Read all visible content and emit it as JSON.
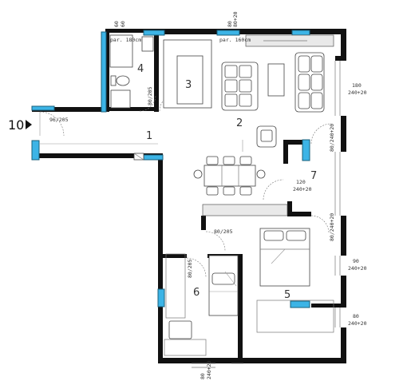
{
  "plan": {
    "unit_id": "10",
    "rooms": [
      {
        "num": "1"
      },
      {
        "num": "2"
      },
      {
        "num": "3"
      },
      {
        "num": "4"
      },
      {
        "num": "5"
      },
      {
        "num": "6"
      },
      {
        "num": "7"
      }
    ],
    "labels": {
      "par180": "par. 180cm",
      "par160": "par. 160cm",
      "win_top_60a": "60",
      "win_top_60b": "60",
      "win_top_80": "80",
      "win_top_80_20": "80+20",
      "door_96_205": "96/205",
      "door_80_205_bath": "80/205",
      "win_180": "180",
      "win_240_20_a": "240+20",
      "door_80_240_20_a": "80/240+20",
      "door_120": "120",
      "door_120_sub": "240+20",
      "door_80_240_20_b": "80/240+20",
      "door_80_205_bed": "80/205",
      "door_80_205_room6": "80/205",
      "win_90_a": "90",
      "win_90_a_sub": "240+20",
      "win_80_r": "80",
      "win_80_r_sub": "240+20",
      "win_80_bottom": "80",
      "win_80_bottom_sub": "240+20"
    }
  },
  "colors": {
    "wall": "#111111",
    "window": "#3cb4e6",
    "text": "#333333"
  }
}
